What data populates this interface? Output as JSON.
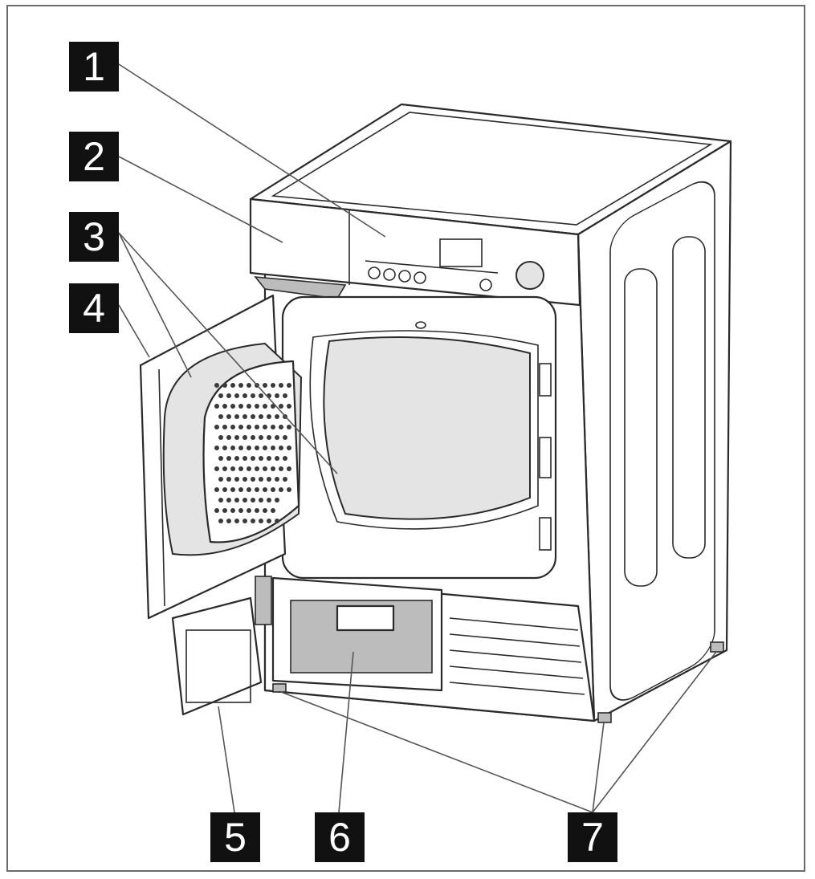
{
  "callouts": [
    {
      "id": "1",
      "label": "1"
    },
    {
      "id": "2",
      "label": "2"
    },
    {
      "id": "3",
      "label": "3"
    },
    {
      "id": "4",
      "label": "4"
    },
    {
      "id": "5",
      "label": "5"
    },
    {
      "id": "6",
      "label": "6"
    },
    {
      "id": "7",
      "label": "7"
    }
  ],
  "colors": {
    "callout_bg": "#111111",
    "callout_text": "#ffffff",
    "line": "#555555",
    "frame": "#6b6b6b"
  }
}
